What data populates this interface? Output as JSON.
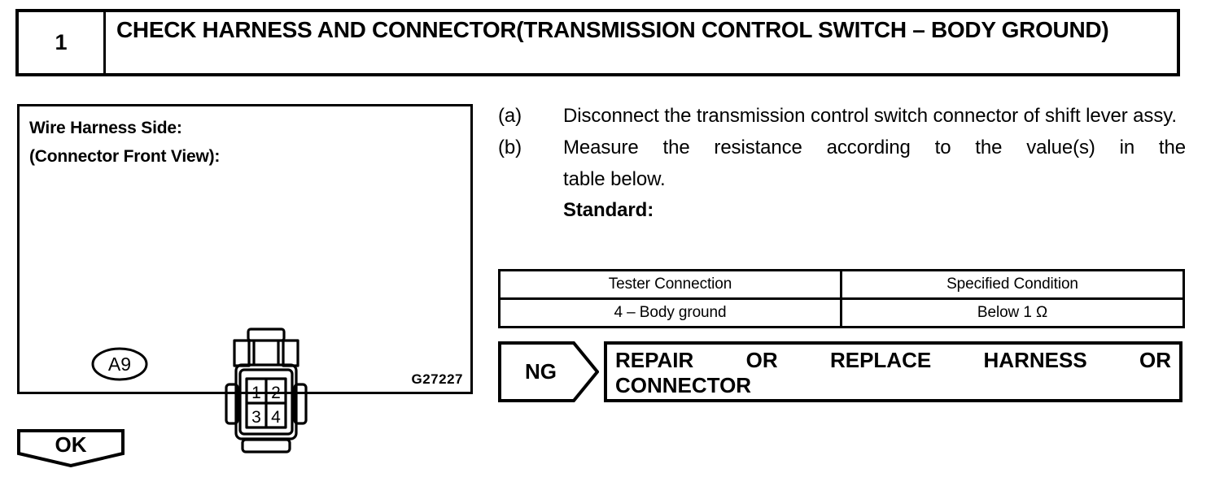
{
  "step": {
    "number": "1",
    "title": "CHECK HARNESS AND CONNECTOR(TRANSMISSION CONTROL SWITCH – BODY GROUND)"
  },
  "figure": {
    "caption_line1": "Wire Harness Side:",
    "caption_line2": "(Connector Front View):",
    "code": "G27227",
    "connector_label": "A9",
    "pins": [
      "1",
      "2",
      "3",
      "4"
    ]
  },
  "instructions": [
    {
      "marker": "(a)",
      "line1": "Disconnect the transmission control switch connector of",
      "line2": "shift lever assy.",
      "justified": false
    },
    {
      "marker": "(b)",
      "line1": "Measure the resistance according to the value(s) in the",
      "line2": "table below.",
      "justified": true
    }
  ],
  "standard_label": "Standard:",
  "spec_table": {
    "headers": [
      "Tester Connection",
      "Specified Condition"
    ],
    "rows": [
      [
        "4 – Body ground",
        "Below 1 Ω"
      ]
    ]
  },
  "results": {
    "ng_label": "NG",
    "ng_action_line1": "REPAIR OR REPLACE HARNESS OR",
    "ng_action_line2": "CONNECTOR",
    "ok_label": "OK"
  },
  "colors": {
    "ink": "#000000",
    "paper": "#ffffff"
  }
}
